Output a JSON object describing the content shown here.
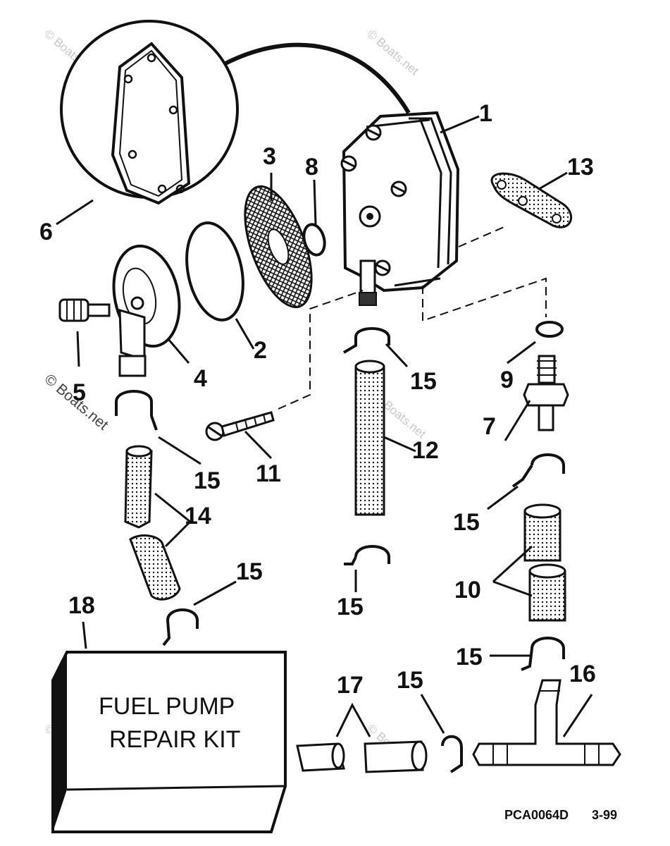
{
  "watermark": "© Boats.net",
  "callouts": {
    "c1": "1",
    "c2": "2",
    "c3": "3",
    "c4": "4",
    "c5": "5",
    "c6": "6",
    "c7": "7",
    "c8": "8",
    "c9": "9",
    "c10": "10",
    "c11": "11",
    "c12": "12",
    "c13": "13",
    "c14": "14",
    "c16": "16",
    "c17": "17",
    "c18": "18",
    "c15": "15"
  },
  "kit_label": {
    "line1": "FUEL PUMP",
    "line2": "REPAIR KIT"
  },
  "footer": {
    "code": "PCA0064D",
    "date": "3-99"
  }
}
